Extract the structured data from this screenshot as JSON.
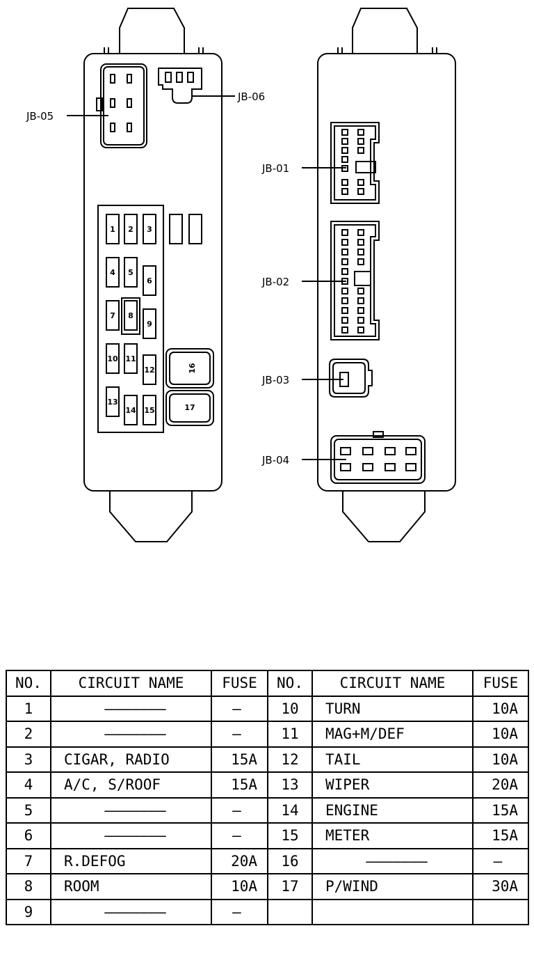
{
  "diagram": {
    "labels": {
      "jb05": "JB-05",
      "jb06": "JB-06",
      "jb01": "JB-01",
      "jb02": "JB-02",
      "jb03": "JB-03",
      "jb04": "JB-04"
    },
    "fuses": [
      "1",
      "2",
      "3",
      "4",
      "5",
      "6",
      "7",
      "8",
      "9",
      "10",
      "11",
      "12",
      "13",
      "14",
      "15"
    ],
    "large_fuses": [
      "16",
      "17"
    ]
  },
  "table": {
    "headers": [
      "NO.",
      "CIRCUIT NAME",
      "FUSE",
      "NO.",
      "CIRCUIT NAME",
      "FUSE"
    ],
    "left": [
      {
        "no": "1",
        "name": "———————",
        "fuse": "—"
      },
      {
        "no": "2",
        "name": "———————",
        "fuse": "—"
      },
      {
        "no": "3",
        "name": "CIGAR, RADIO",
        "fuse": "15A"
      },
      {
        "no": "4",
        "name": "A/C, S/ROOF",
        "fuse": "15A"
      },
      {
        "no": "5",
        "name": "———————",
        "fuse": "—"
      },
      {
        "no": "6",
        "name": "———————",
        "fuse": "—"
      },
      {
        "no": "7",
        "name": "R.DEFOG",
        "fuse": "20A"
      },
      {
        "no": "8",
        "name": "ROOM",
        "fuse": "10A"
      },
      {
        "no": "9",
        "name": "———————",
        "fuse": "—"
      }
    ],
    "right": [
      {
        "no": "10",
        "name": "TURN",
        "fuse": "10A"
      },
      {
        "no": "11",
        "name": "MAG+M/DEF",
        "fuse": "10A"
      },
      {
        "no": "12",
        "name": "TAIL",
        "fuse": "10A"
      },
      {
        "no": "13",
        "name": "WIPER",
        "fuse": "20A"
      },
      {
        "no": "14",
        "name": "ENGINE",
        "fuse": "15A"
      },
      {
        "no": "15",
        "name": "METER",
        "fuse": "15A"
      },
      {
        "no": "16",
        "name": "———————",
        "fuse": "—"
      },
      {
        "no": "17",
        "name": "P/WIND",
        "fuse": "30A"
      },
      {
        "no": "",
        "name": "",
        "fuse": ""
      }
    ]
  }
}
